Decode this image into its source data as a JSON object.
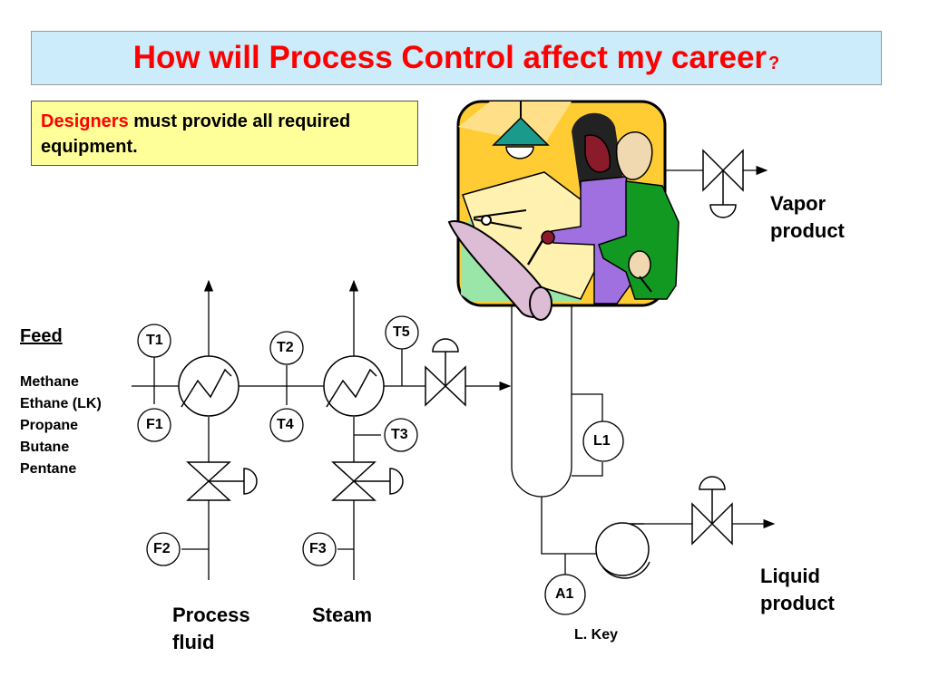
{
  "title": {
    "main": "How will Process Control affect my career",
    "mark": "?"
  },
  "note": {
    "highlight": "Designers",
    "rest": " must provide all required equipment."
  },
  "feed": {
    "heading": "Feed",
    "components": [
      "Methane",
      "Ethane (LK)",
      "Propane",
      "Butane",
      "Pentane"
    ]
  },
  "instruments": {
    "T1": "T1",
    "T2": "T2",
    "T3": "T3",
    "T4": "T4",
    "T5": "T5",
    "F1": "F1",
    "F2": "F2",
    "F3": "F3",
    "L1": "L1",
    "A1": "A1"
  },
  "labels": {
    "vapor_product": "Vapor product",
    "liquid_product": "Liquid product",
    "process_fluid": "Process fluid",
    "steam": "Steam",
    "light_key": "L. Key"
  },
  "colors": {
    "title_text": "#ff0000",
    "title_background": "#ccecfb",
    "note_background": "#ffff99",
    "clipart_green": "#008000",
    "clipart_purple": "#a070e0",
    "clipart_lamp": "#1a9a8a"
  },
  "icons": [
    "designer-clipart-icon",
    "heat-exchanger-icon",
    "control-valve-icon",
    "pump-icon",
    "flash-drum-icon"
  ]
}
